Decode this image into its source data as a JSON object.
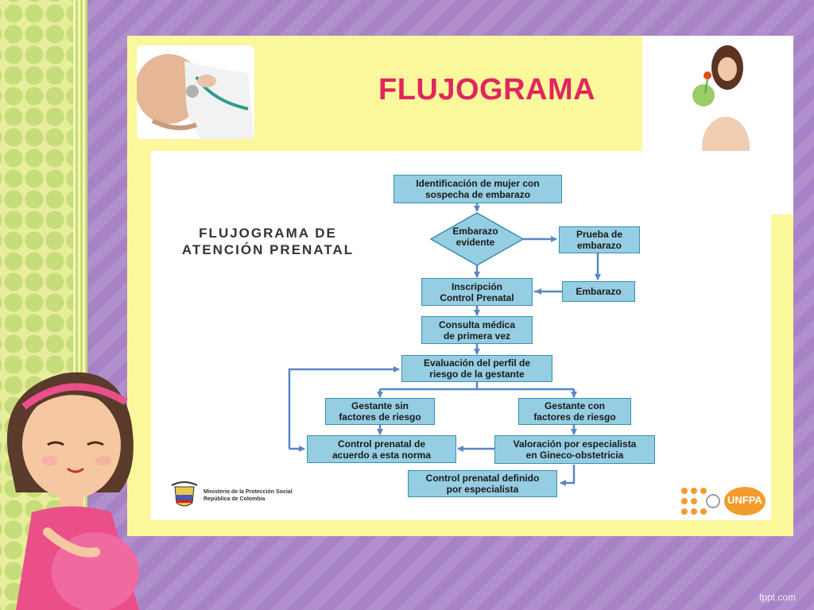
{
  "slide": {
    "title": "FLUJOGRAMA",
    "diagram_title_line1": "FLUJOGRAMA DE",
    "diagram_title_line2": "ATENCIÓN PRENATAL"
  },
  "flowchart": {
    "start": [
      "Identificación de mujer con",
      "sospecha de embarazo"
    ],
    "decision": [
      "Embarazo",
      "evidente"
    ],
    "test": [
      "Prueba de",
      "embarazo"
    ],
    "pregnancy": [
      "Embarazo"
    ],
    "enrollment": [
      "Inscripción",
      "Control Prenatal"
    ],
    "consult": [
      "Consulta médica",
      "de primera vez"
    ],
    "risk_eval": [
      "Evaluación del perfil de",
      "riesgo de la gestante"
    ],
    "no_risk": [
      "Gestante sin",
      "factores de riesgo"
    ],
    "with_risk": [
      "Gestante con",
      "factores de riesgo"
    ],
    "control_norm": [
      "Control prenatal de",
      "acuerdo a esta norma"
    ],
    "specialist_eval": [
      "Valoración por especialista",
      "en Gineco-obstetricia"
    ],
    "control_specialist": [
      "Control prenatal definido",
      "por especialista"
    ]
  },
  "logos": {
    "ministry_line1": "Ministerio de la Protección Social",
    "ministry_line2": "República de Colombia",
    "unfpa": "UNFPA"
  },
  "footer": {
    "watermark": "fppt.com"
  },
  "colors": {
    "background": "#a882c6",
    "slide": "#fbf79b",
    "title": "#e0265e",
    "box_fill": "#95cde2",
    "box_border": "#3a8fb0",
    "arrow": "#5a86c4"
  }
}
